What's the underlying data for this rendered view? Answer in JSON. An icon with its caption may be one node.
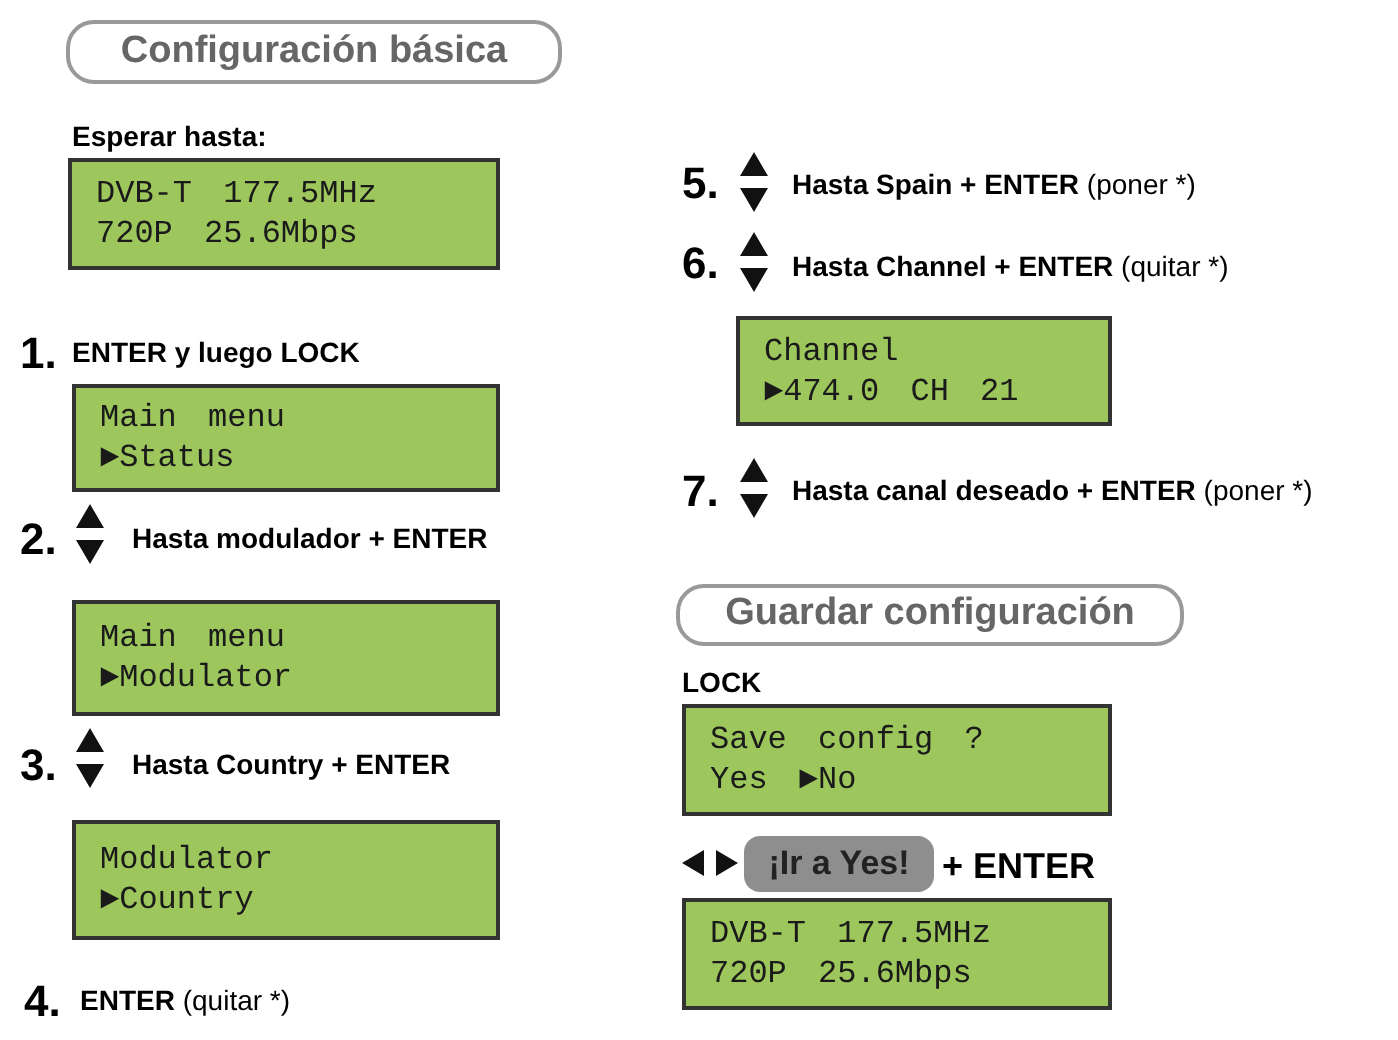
{
  "diagram": {
    "nodes": [
      {
        "text": [
          "Configuración básica"
        ]
      },
      {
        "text": [
          "DVB-T 177.5MHz",
          "720P 25.6Mbps"
        ]
      },
      {
        "text": [
          "Main menu",
          "►Status"
        ]
      },
      {
        "text": [
          "Main menu",
          "►Modulator"
        ]
      },
      {
        "text": [
          "Modulator",
          "►Country"
        ]
      },
      {
        "text": [
          "Channel",
          "►474.0 CH 21"
        ]
      },
      {
        "text": [
          "Guardar configuración"
        ]
      },
      {
        "text": [
          "Save config ?",
          "Yes ►No"
        ]
      },
      {
        "text": [
          "¡Ir a Yes!"
        ]
      },
      {
        "text": [
          "DVB-T 177.5MHz",
          "720P 25.6Mbps"
        ]
      }
    ],
    "edges": [],
    "labels": [
      "Esperar hasta:",
      "1.",
      "ENTER y luego LOCK",
      "2.",
      "Hasta modulador + ENTER",
      "3.",
      "Hasta Country + ENTER",
      "4.",
      "**ENTER** (quitar *)",
      "5.",
      "**Hasta Spain + ENTER** (poner *)",
      "6.",
      "**Hasta Channel + ENTER** (quitar *)",
      "7.",
      "**Hasta canal deseado + ENTER** (poner *)",
      "LOCK",
      "+ ENTER"
    ]
  }
}
